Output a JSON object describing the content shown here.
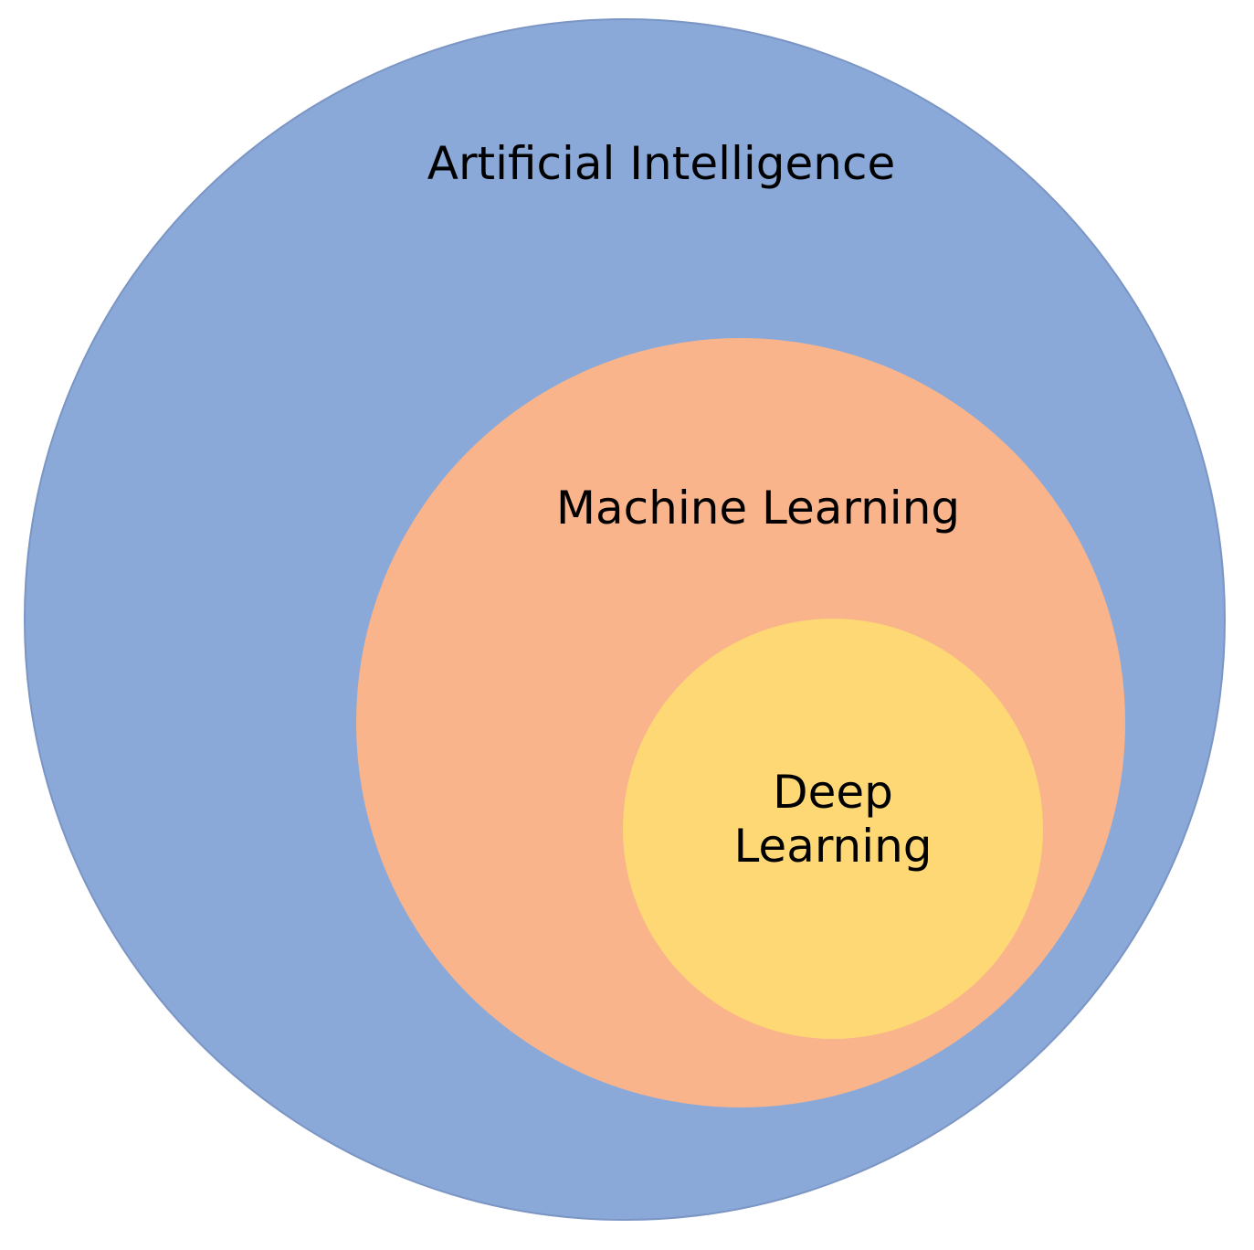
{
  "diagram": {
    "colors": {
      "outer": "#8aa9d8",
      "middle": "#f9b48b",
      "inner": "#fdd874"
    },
    "circles": [
      {
        "label": "Artificial Intelligence"
      },
      {
        "label": "Machine Learning"
      },
      {
        "label_lines": [
          "Deep",
          "Learning"
        ]
      }
    ]
  }
}
